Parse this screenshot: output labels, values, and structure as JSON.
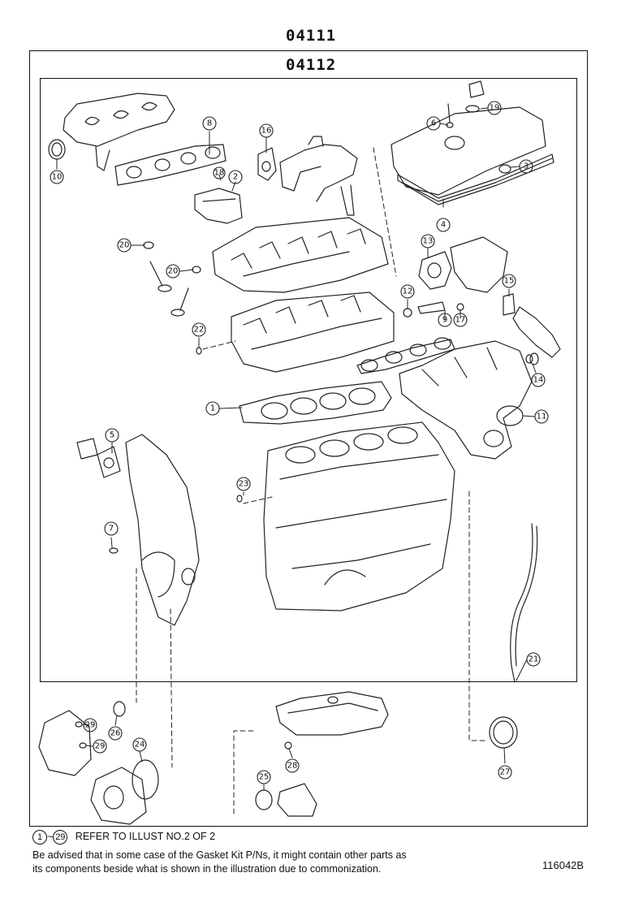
{
  "headers": {
    "outer": "04111",
    "inner": "04112"
  },
  "part_labels": [
    "1",
    "2",
    "3",
    "4",
    "5",
    "6",
    "7",
    "8",
    "9",
    "10",
    "11",
    "12",
    "13",
    "14",
    "15",
    "16",
    "17",
    "18",
    "19",
    "20",
    "20",
    "21",
    "22",
    "23",
    "24",
    "25",
    "26",
    "27",
    "28",
    "29",
    "29"
  ],
  "notes": {
    "range_start": "1",
    "range_sep": "~",
    "range_end": "29",
    "range_text": "REFER TO ILLUST NO.2 OF 2",
    "advice_line1": "Be advised that in some case of the Gasket Kit P/Ns,  it might contain other parts as",
    "advice_line2": "its components beside what is shown in the illustration due to commonization."
  },
  "illustration_code": "116042B"
}
